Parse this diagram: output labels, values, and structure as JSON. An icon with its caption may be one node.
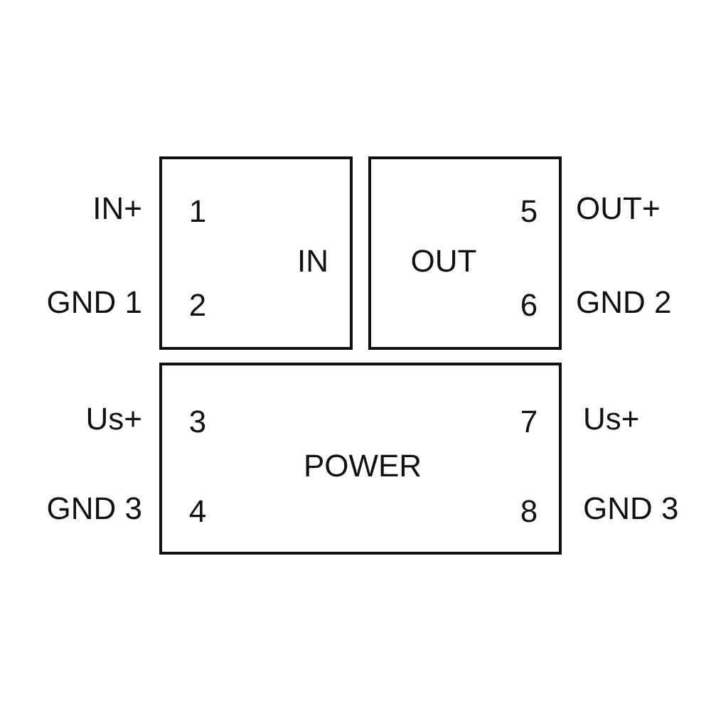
{
  "diagram": {
    "nodes": [
      {
        "text": [
          "1",
          "IN",
          "2"
        ],
        "beside": [
          "IN+",
          "GND 1"
        ]
      },
      {
        "text": [
          "5",
          "OUT",
          "6"
        ],
        "beside": [
          "OUT+",
          "GND 2"
        ]
      },
      {
        "text": [
          "3",
          "7",
          "POWER",
          "4",
          "8"
        ],
        "beside": [
          "Us+",
          "GND 3",
          "Us+",
          "GND 3"
        ]
      }
    ]
  }
}
